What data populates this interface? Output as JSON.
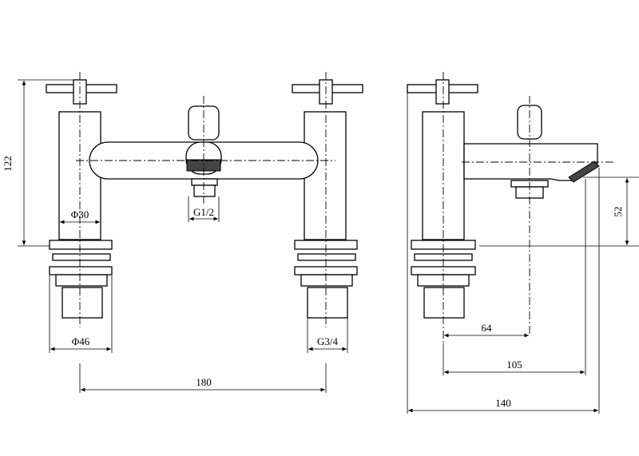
{
  "labels": {
    "height_122": "122",
    "pillar_dia": "Φ30",
    "hose_thread": "G1/2",
    "base_dia": "Φ46",
    "tail_thread": "G3/4",
    "centres_180": "180",
    "spout_52": "52",
    "reach_64": "64",
    "reach_105": "105",
    "depth_140": "140"
  },
  "colors": {
    "line": "#000000",
    "background": "#ffffff",
    "hose_outlet": "#444444"
  }
}
